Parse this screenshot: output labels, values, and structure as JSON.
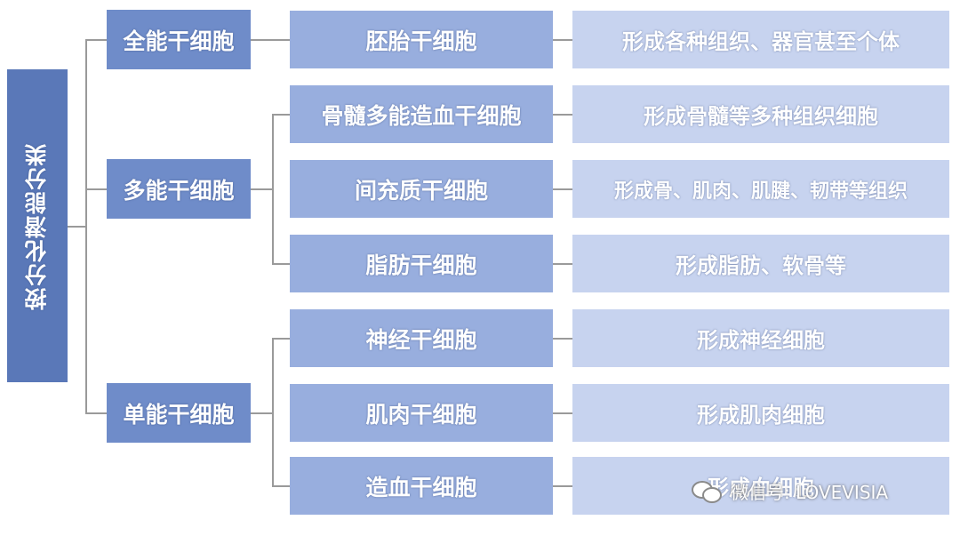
{
  "root": {
    "label": "按分化潜能分类"
  },
  "categories": [
    {
      "label": "全能干细胞"
    },
    {
      "label": "多能干细胞"
    },
    {
      "label": "单能干细胞"
    }
  ],
  "cells": [
    {
      "label": "胚胎干细胞",
      "effect": "形成各种组织、器官甚至个体"
    },
    {
      "label": "骨髓多能造血干细胞",
      "effect": "形成骨髓等多种组织细胞"
    },
    {
      "label": "间充质干细胞",
      "effect": "形成骨、肌肉、肌腱、韧带等组织"
    },
    {
      "label": "脂肪干细胞",
      "effect": "形成脂肪、软骨等"
    },
    {
      "label": "神经干细胞",
      "effect": "形成神经细胞"
    },
    {
      "label": "肌肉干细胞",
      "effect": "形成肌肉细胞"
    },
    {
      "label": "造血干细胞",
      "effect": "形成血细胞"
    }
  ],
  "watermark": {
    "text": "微信号: LOVEVISIA"
  },
  "colors": {
    "root": "#5a78b8",
    "level1": "#6f8cc9",
    "level2": "#98aede",
    "level3": "#c7d3ef",
    "connector": "#9a9a9a"
  }
}
